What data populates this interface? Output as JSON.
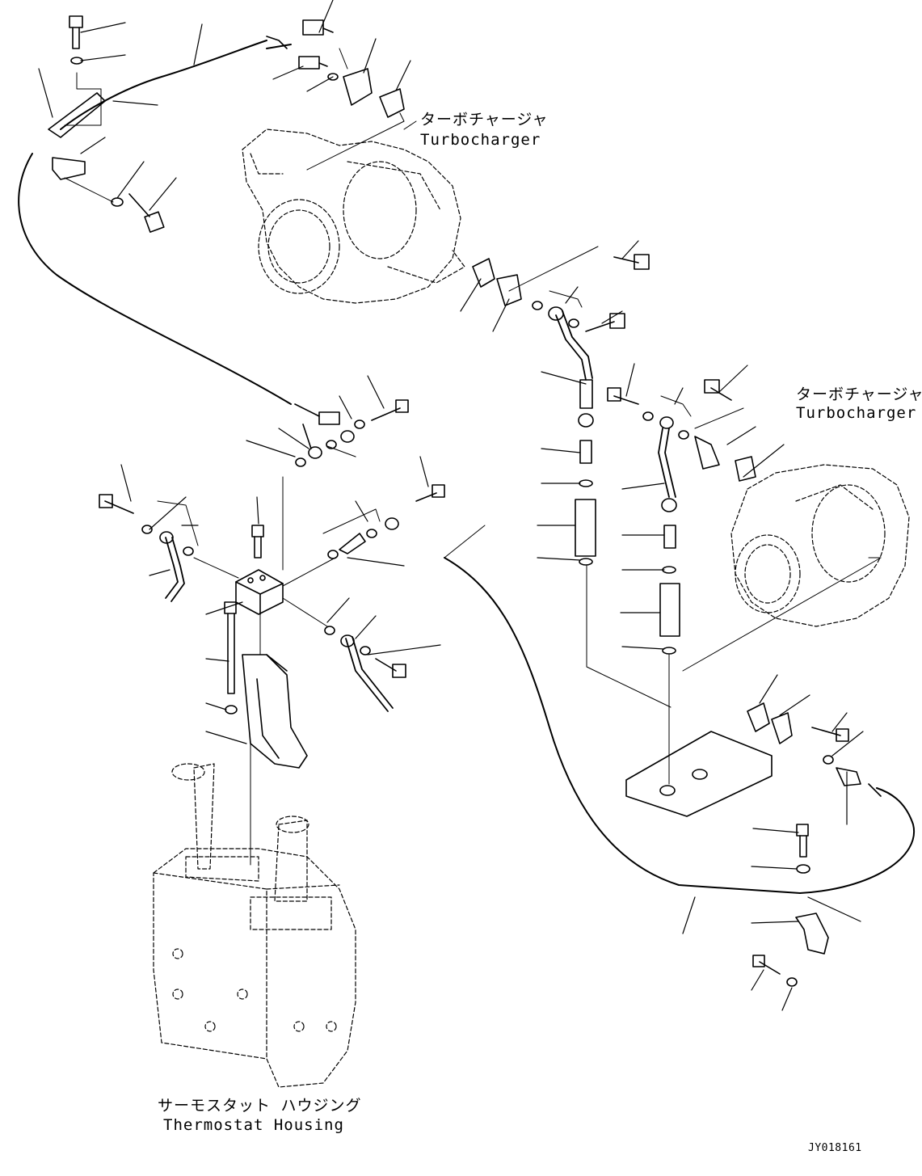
{
  "labels": {
    "turbo_top_jp": "ターボチャージャ",
    "turbo_top_en": "Turbocharger",
    "turbo_right_jp": "ターボチャージャ",
    "turbo_right_en": "Turbocharger",
    "thermo_jp": "サーモスタット ハウジング",
    "thermo_en": "Thermostat Housing",
    "drawing_code": "JY018161"
  }
}
